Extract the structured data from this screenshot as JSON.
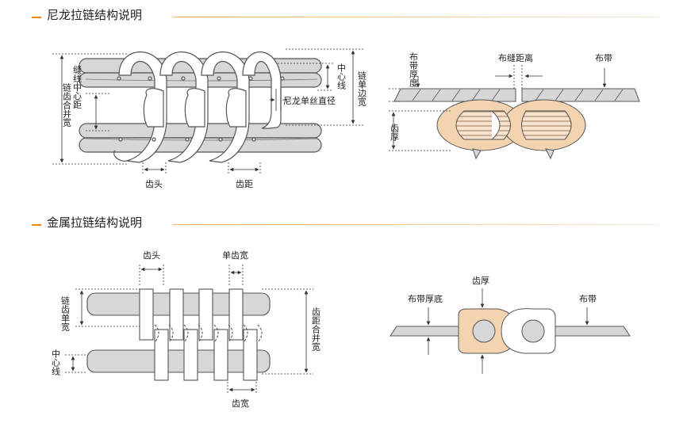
{
  "sections": {
    "nylon": {
      "title": "尼龙拉链结构说明"
    },
    "metal": {
      "title": "金属拉链结构说明"
    }
  },
  "nylon_side": {
    "chain_width": "链齿合并宽",
    "coil_center_distance": "缝线中心距",
    "center_line": "中心线",
    "single_side_width": "链单边宽",
    "monofilament_diameter": "尼龙单丝直径",
    "tooth_head": "齿头",
    "tooth_pitch": "齿距"
  },
  "nylon_section": {
    "tape_thickness": "布带厚度",
    "stitch_distance": "布缝距离",
    "tape": "布带",
    "tooth_thickness": "齿厚"
  },
  "metal_side": {
    "tooth_head": "齿头",
    "single_tooth_width": "单齿宽",
    "single_chain_width": "链齿单宽",
    "chain_pitch_width": "齿距合并宽",
    "center_line": "中心线",
    "tooth_width": "齿宽"
  },
  "metal_section": {
    "tooth_thickness": "齿厚",
    "tape_thickness_bottom": "布带厚底",
    "tape": "布带"
  },
  "colors": {
    "accent": "#f0880a",
    "cord": "#d7d7d7",
    "tooth_fill": "#f3d3b0",
    "outline": "#555555"
  }
}
